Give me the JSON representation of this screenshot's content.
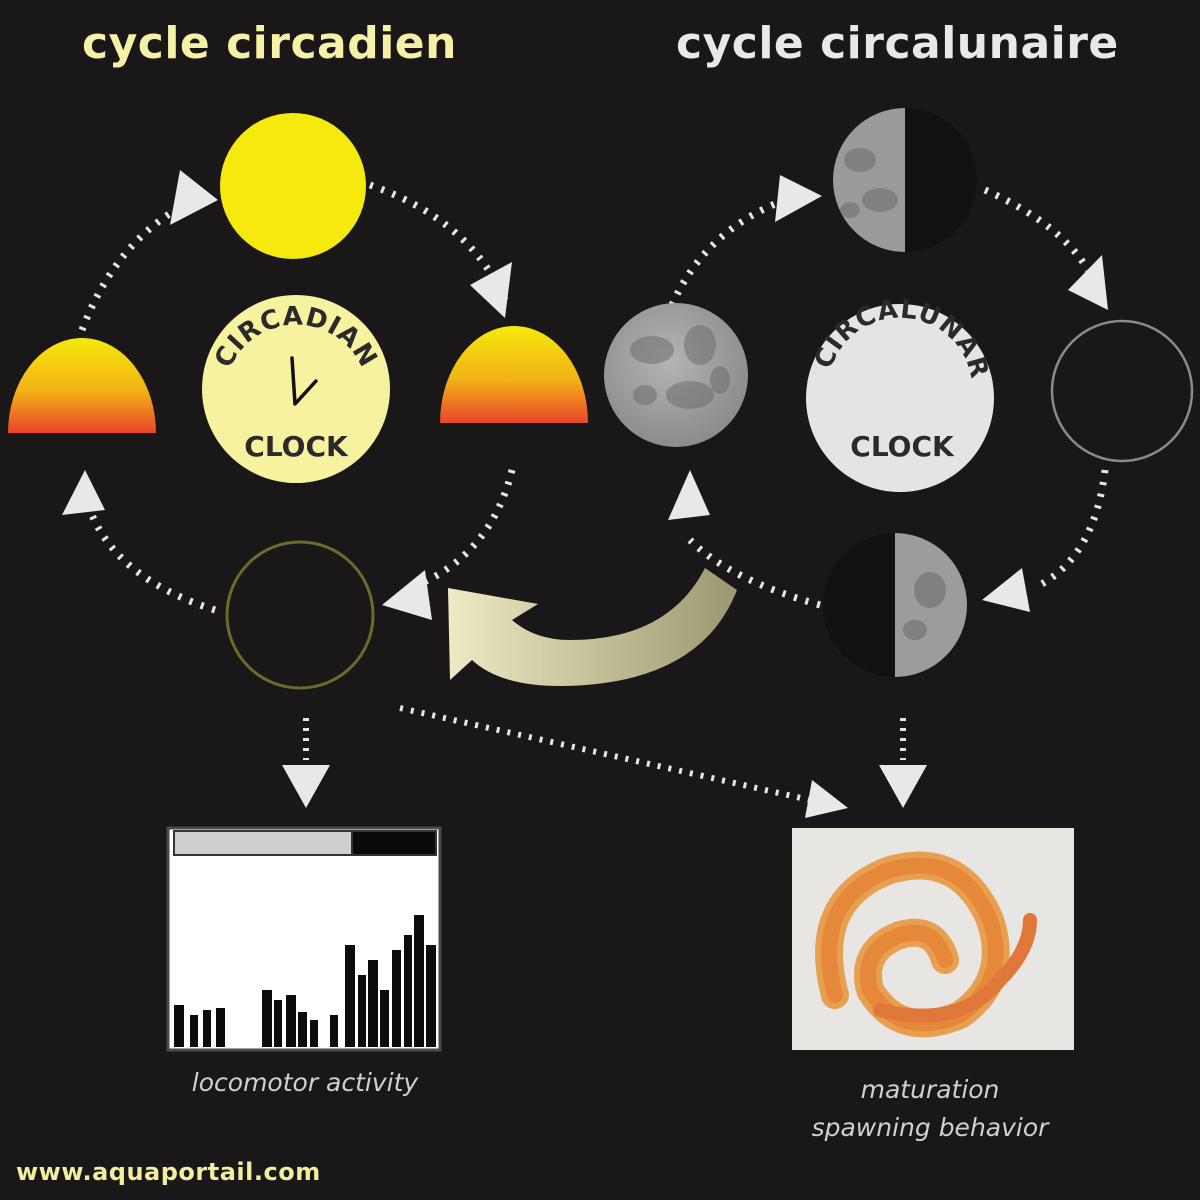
{
  "titles": {
    "left": "cycle circadien",
    "right": "cycle circalunaire"
  },
  "circadian_clock": {
    "arc_text": "CIRCADIAN",
    "bottom_text": "CLOCK",
    "color": "#f7f2a0"
  },
  "circalunar_clock": {
    "arc_text": "CIRCALUNAR",
    "bottom_text": "CLOCK",
    "color": "#e4e4e4"
  },
  "outputs": {
    "left_caption": "locomotor activity",
    "right_caption_line1": "maturation",
    "right_caption_line2": "spawning behavior"
  },
  "watermark": "www.aquaportail.com",
  "colors": {
    "background": "#191717",
    "sun": "#f5e90d",
    "sunset_top": "#f5e90d",
    "sunset_bottom": "#e84a2a",
    "moon": "#9a9a9a",
    "arrow": "#e6e6e6",
    "coupling_arrow": "#e8e5b8"
  },
  "icons": [
    "sun-icon",
    "sunrise-icon",
    "sunset-icon",
    "night-icon",
    "full-moon-icon",
    "first-quarter-moon-icon",
    "new-moon-icon",
    "last-quarter-moon-icon",
    "clock-hands-icon",
    "polychaete-worm-icon"
  ]
}
